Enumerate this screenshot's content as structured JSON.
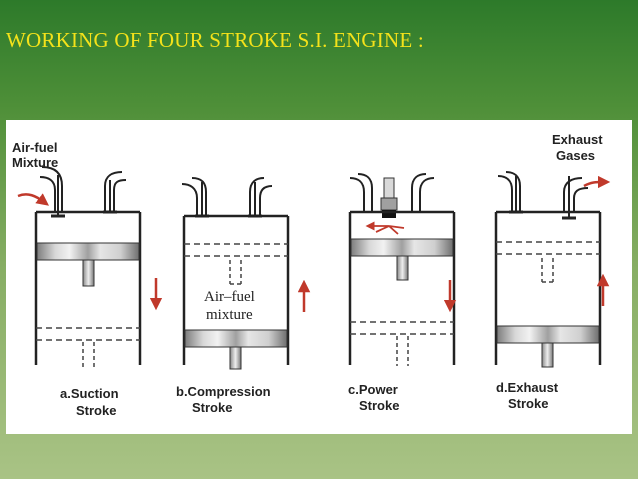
{
  "slide": {
    "title": "WORKING OF FOUR STROKE S.I. ENGINE :",
    "colors": {
      "title": "#f4e21a",
      "background_top": "#2d7a2a",
      "background_bottom": "#a9c385",
      "arrow": "#c0392b"
    }
  },
  "diagram": {
    "label_airfuel_top": "Air-fuel",
    "label_airfuel_bottom": "Mixture",
    "label_exhaust_top": "Exhaust",
    "label_exhaust_bottom": "Gases",
    "mixture_line1": "Air–fuel",
    "mixture_line2": "mixture",
    "strokes": [
      {
        "name": "a.Suction",
        "suffix": "Stroke",
        "piston_motion": "down"
      },
      {
        "name": "b.Compression",
        "suffix": "Stroke",
        "piston_motion": "up"
      },
      {
        "name": "c.Power",
        "suffix": "Stroke",
        "piston_motion": "down"
      },
      {
        "name": "d.Exhaust",
        "suffix": "Stroke",
        "piston_motion": "up"
      }
    ]
  }
}
